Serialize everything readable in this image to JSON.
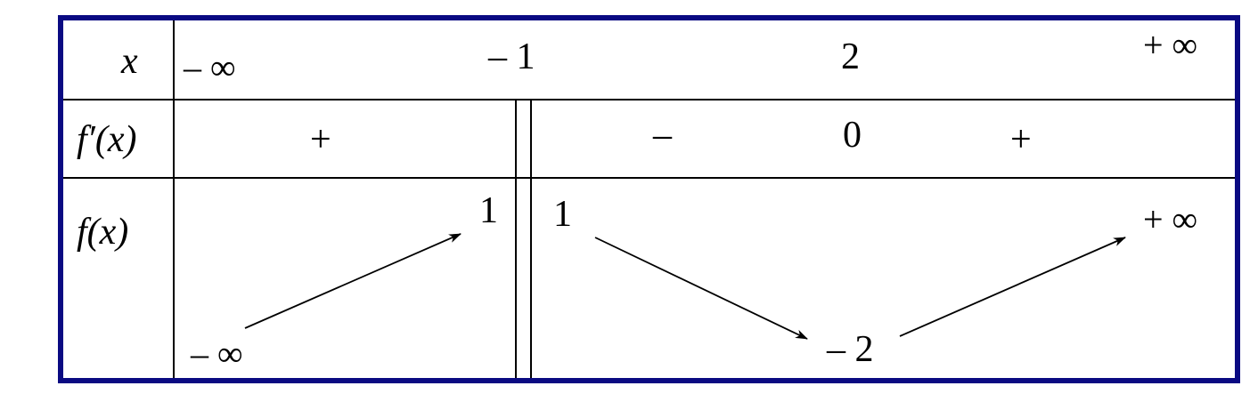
{
  "table": {
    "rows": {
      "x_label": "x",
      "fprime_label": "f′(x)",
      "f_label": "f(x)"
    },
    "x_values": {
      "minus_inf": "– ∞",
      "minus_one": "– 1",
      "two": "2",
      "plus_inf": "+ ∞"
    },
    "derivative_signs": {
      "sign_1": "+",
      "sign_2": "–",
      "zero": "0",
      "sign_3": "+"
    },
    "function_values": {
      "left_start": "– ∞",
      "left_limit": "1",
      "right_limit": "1",
      "min_value": "– 2",
      "right_end": "+ ∞"
    },
    "colors": {
      "border": "#0a0a82",
      "lines": "#000000"
    }
  }
}
